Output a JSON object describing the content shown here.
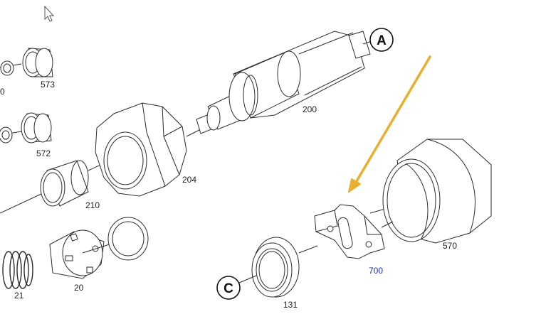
{
  "diagram": {
    "callouts": {
      "a": "A",
      "c": "C"
    },
    "labels": {
      "p573": "573",
      "p572": "572",
      "p200": "200",
      "p204": "204",
      "p210": "210",
      "p570": "570",
      "p700": "700",
      "p131": "131",
      "p20": "20",
      "p21": "21",
      "partial_left": "0"
    },
    "colors": {
      "line": "#2b2b2b",
      "highlight_label": "#1f2fbf",
      "arrow": "#e8b030",
      "background": "#ffffff"
    },
    "icons": {
      "cursor": "mouse-pointer-icon"
    }
  }
}
